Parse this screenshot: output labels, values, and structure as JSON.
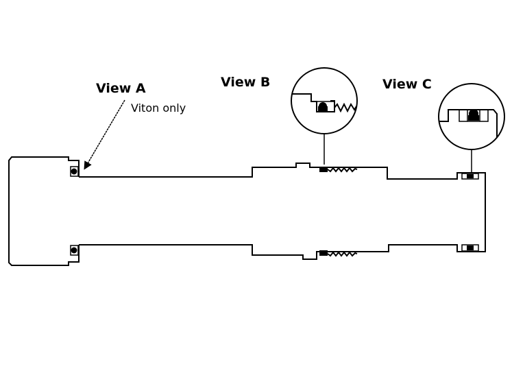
{
  "labels": {
    "view_a": "View A",
    "view_a_note": "Viton only",
    "view_b": "View B",
    "view_c": "View C"
  },
  "colors": {
    "line": "#000000",
    "background": "#ffffff"
  }
}
